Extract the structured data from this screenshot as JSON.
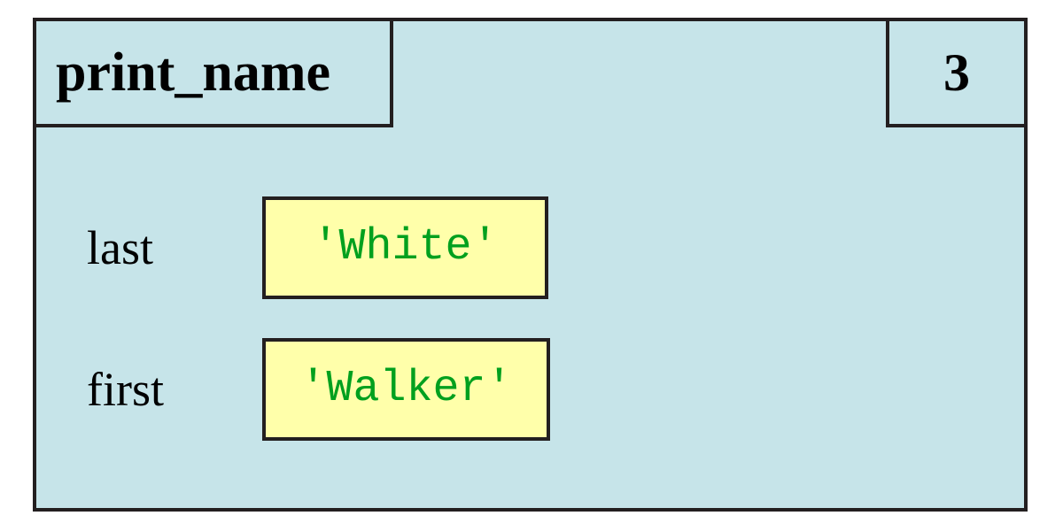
{
  "diagram": {
    "type": "stack-frame",
    "colors": {
      "frame_background": "#c6e4e9",
      "frame_border": "#231f20",
      "value_box_background": "#ffffaa",
      "value_box_border": "#231f20",
      "value_text": "#00a01e",
      "label_text": "#000000",
      "page_background": "#ffffff"
    },
    "frame": {
      "name": "print_name",
      "counter": "3",
      "variables": [
        {
          "label": "last",
          "value": "'White'"
        },
        {
          "label": "first",
          "value": "'Walker'"
        }
      ]
    }
  }
}
